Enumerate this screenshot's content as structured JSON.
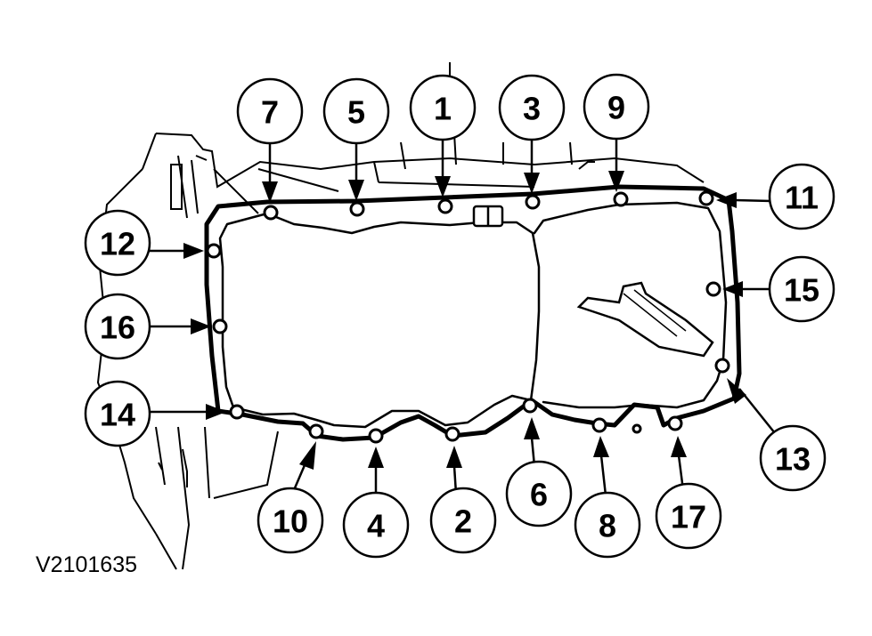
{
  "figure": {
    "reference": "V2101635",
    "colors": {
      "ink": "#000000",
      "paper": "#ffffff"
    }
  },
  "callouts": [
    "7",
    "5",
    "1",
    "3",
    "9",
    "11",
    "12",
    "15",
    "16",
    "14",
    "13",
    "10",
    "4",
    "2",
    "6",
    "8",
    "17"
  ]
}
